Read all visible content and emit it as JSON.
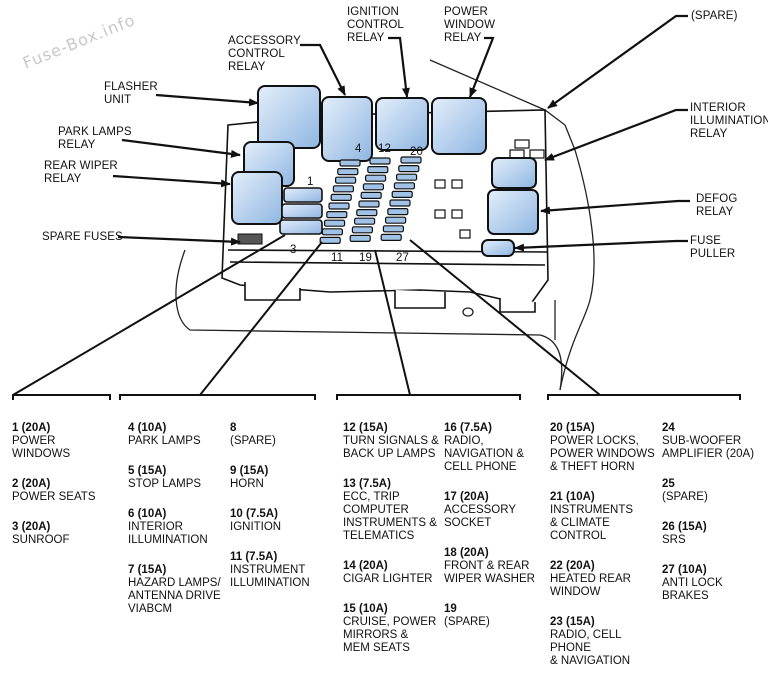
{
  "watermark": "Fuse-Box.info",
  "callouts": {
    "flasher_unit": "FLASHER\nUNIT",
    "accessory_control_relay": "ACCESSORY\nCONTROL\nRELAY",
    "ignition_control_relay": "IGNITION\nCONTROL\nRELAY",
    "power_window_relay": "POWER\nWINDOW\nRELAY",
    "spare": "(SPARE)",
    "interior_illumination_relay": "INTERIOR\nILLUMINATION\nRELAY",
    "park_lamps_relay": "PARK LAMPS\nRELAY",
    "rear_wiper_relay": "REAR WIPER\nRELAY",
    "defog_relay": "DEFOG\nRELAY",
    "spare_fuses": "SPARE FUSES",
    "fuse_puller": "FUSE PULLER"
  },
  "box_numbers": [
    "1",
    "3",
    "4",
    "12",
    "20",
    "11",
    "19",
    "27"
  ],
  "legend": {
    "col1": [
      {
        "num": "1 (20A)",
        "desc": "POWER\nWINDOWS"
      },
      {
        "num": "2 (20A)",
        "desc": "POWER SEATS"
      },
      {
        "num": "3 (20A)",
        "desc": "SUNROOF"
      }
    ],
    "col2": [
      {
        "num": "4 (10A)",
        "desc": "PARK LAMPS"
      },
      {
        "num": "5 (15A)",
        "desc": "STOP LAMPS"
      },
      {
        "num": "6 (10A)",
        "desc": "INTERIOR\nILLUMINATION"
      },
      {
        "num": "7 (15A)",
        "desc": "HAZARD LAMPS/\nANTENNA DRIVE\nVIABCM"
      }
    ],
    "col3": [
      {
        "num": "8",
        "desc": "(SPARE)"
      },
      {
        "num": "9 (15A)",
        "desc": "HORN"
      },
      {
        "num": "10 (7.5A)",
        "desc": "IGNITION"
      },
      {
        "num": "11 (7.5A)",
        "desc": "INSTRUMENT\nILLUMINATION"
      }
    ],
    "col4": [
      {
        "num": "12 (15A)",
        "desc": "TURN SIGNALS &\nBACK UP LAMPS"
      },
      {
        "num": "13 (7.5A)",
        "desc": "ECC, TRIP\nCOMPUTER\nINSTRUMENTS &\nTELEMATICS"
      },
      {
        "num": "14 (20A)",
        "desc": "CIGAR LIGHTER"
      },
      {
        "num": "15 (10A)",
        "desc": "CRUISE, POWER\nMIRRORS &\nMEM SEATS"
      }
    ],
    "col5": [
      {
        "num": "16 (7.5A)",
        "desc": "RADIO,\nNAVIGATION &\nCELL PHONE"
      },
      {
        "num": "17 (20A)",
        "desc": "ACCESSORY\nSOCKET"
      },
      {
        "num": "18 (20A)",
        "desc": "FRONT & REAR\nWIPER WASHER"
      },
      {
        "num": "19",
        "desc": "(SPARE)"
      }
    ],
    "col6": [
      {
        "num": "20 (15A)",
        "desc": "POWER LOCKS,\nPOWER WINDOWS\n& THEFT HORN"
      },
      {
        "num": "21 (10A)",
        "desc": "INSTRUMENTS\n& CLIMATE\nCONTROL"
      },
      {
        "num": "22 (20A)",
        "desc": "HEATED REAR\nWINDOW"
      },
      {
        "num": "23 (15A)",
        "desc": "RADIO, CELL PHONE\n& NAVIGATION"
      }
    ],
    "col7": [
      {
        "num": "24",
        "desc": "SUB-WOOFER\nAMPLIFIER (20A)"
      },
      {
        "num": "25",
        "desc": "(SPARE)"
      },
      {
        "num": "26 (15A)",
        "desc": "SRS"
      },
      {
        "num": "27 (10A)",
        "desc": "ANTI LOCK\nBRAKES"
      }
    ]
  },
  "colors": {
    "relay_fill": "#a9c9ea",
    "relay_light": "#dbeaf8",
    "outline": "#111111"
  }
}
